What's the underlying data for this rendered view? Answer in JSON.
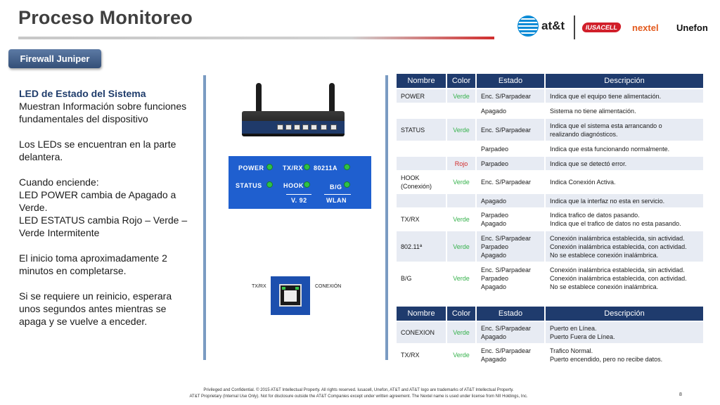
{
  "header": {
    "title": "Proceso Monitoreo",
    "logos": {
      "att": "at&t",
      "iusacell": "IUSACELL",
      "nextel": "nextel",
      "unefon": "Unefon"
    }
  },
  "section_tab": "Firewall Juniper",
  "left_text": {
    "heading": "LED de Estado del Sistema",
    "p1": " Muestran Información sobre funciones fundamentales del dispositivo",
    "p2": "Los LEDs se encuentran en la parte delantera.",
    "p3a": "Cuando enciende:",
    "p3b": "LED POWER cambia de Apagado a Verde.",
    "p3c": "LED ESTATUS cambia Rojo – Verde – Verde Intermitente",
    "p4": "El inicio toma aproximadamente 2 minutos en completarse.",
    "p5": "Si se requiere un reinicio, esperara unos segundos antes mientras se apaga y se vuelve a enceder."
  },
  "led_panel": {
    "power": "POWER",
    "txrx": "TX/RX",
    "wifi": "80211A",
    "status": "STATUS",
    "hook": "HOOK",
    "bg": "B/G",
    "v92": "V. 92",
    "wlan": "WLAN"
  },
  "port_labels": {
    "txrx": "TX/RX",
    "conexion": "CONEXIÓN"
  },
  "table1": {
    "headers": [
      "Nombre",
      "Color",
      "Estado",
      "Descripción"
    ],
    "rows": [
      {
        "nombre": "POWER",
        "color": "Verde",
        "color_class": "green",
        "estado": "Enc. S/Parpadear",
        "desc": "Indica que el equipo tiene alimentación."
      },
      {
        "nombre": "",
        "color": "",
        "color_class": "",
        "estado": "Apagado",
        "desc": "Sistema no tiene alimentación."
      },
      {
        "nombre": "STATUS",
        "color": "Verde",
        "color_class": "green",
        "estado": "Enc. S/Parpadear",
        "desc": "Indica que el sistema esta arrancando o\nrealizando diagnósticos."
      },
      {
        "nombre": "",
        "color": "",
        "color_class": "",
        "estado": "Parpadeo",
        "desc": "Indica que esta funcionando normalmente."
      },
      {
        "nombre": "",
        "color": "Rojo",
        "color_class": "red",
        "estado": "Parpadeo",
        "desc": "Indica que se detectó error."
      },
      {
        "nombre": "HOOK\n(Conexión)",
        "color": "Verde",
        "color_class": "green",
        "estado": "Enc. S/Parpadear",
        "desc": "Indica Conexión Activa."
      },
      {
        "nombre": "",
        "color": "",
        "color_class": "",
        "estado": "Apagado",
        "desc": "Indica que la interfaz no esta en servicio."
      },
      {
        "nombre": "TX/RX",
        "color": "Verde",
        "color_class": "green",
        "estado": "Parpadeo\nApagado",
        "desc": "Indica trafico de datos pasando.\nIndica que el trafico de datos no esta pasando."
      },
      {
        "nombre": "802.11ª",
        "color": "Verde",
        "color_class": "green",
        "estado": "Enc. S/Parpadear\nParpadeo\nApagado",
        "desc": "Conexión inalámbrica establecida, sin actividad.\nConexión inalámbrica establecida, con actividad.\nNo se establece conexión inalámbrica."
      },
      {
        "nombre": "B/G",
        "color": "Verde",
        "color_class": "green",
        "estado": "Enc. S/Parpadear\nParpadeo\nApagado",
        "desc": "Conexión inalámbrica establecida, sin actividad.\nConexión inalámbrica establecida, con actividad.\nNo se establece conexión inalámbrica."
      }
    ]
  },
  "table2": {
    "headers": [
      "Nombre",
      "Color",
      "Estado",
      "Descripción"
    ],
    "rows": [
      {
        "nombre": "CONEXION",
        "color": "Verde",
        "color_class": "green",
        "estado": "Enc. S/Parpadear\nApagado",
        "desc": "Puerto en Línea.\nPuerto Fuera de Línea."
      },
      {
        "nombre": "TX/RX",
        "color": "Verde",
        "color_class": "green",
        "estado": "Enc. S/Parpadear\nApagado",
        "desc": "Trafico Normal.\nPuerto encendido, pero no recibe datos."
      }
    ]
  },
  "footer": {
    "line1": "Privileged and Confidential. © 2015 AT&T Intellectual Property. All rights reserved. Iusacell, Unefon, AT&T and AT&T logo are trademarks of AT&T Intellectual Property.",
    "line2": "AT&T Proprietary (Internal Use Only). Not for disclosure outside the AT&T Companies except under written agreement. The Nextel name is used under license from NII Holdings, Inc.",
    "page": "8"
  }
}
